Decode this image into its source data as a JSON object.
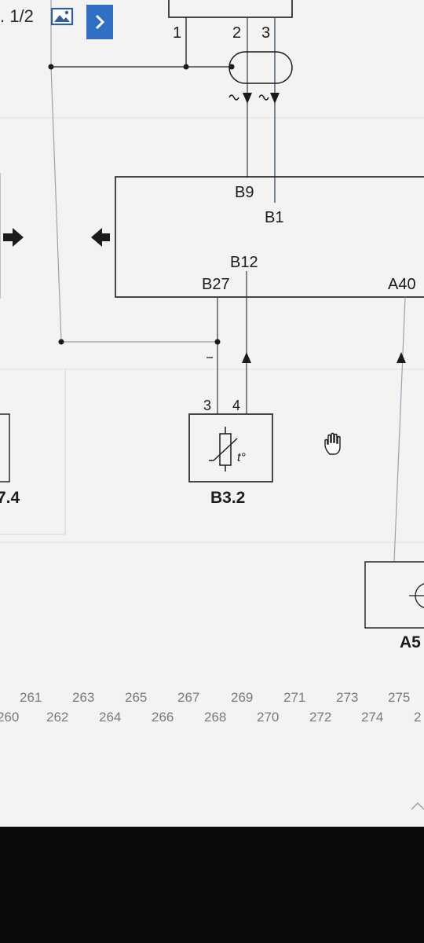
{
  "toolbar": {
    "page_indicator": ". 1/2",
    "image_icon": "image-icon",
    "next_icon": "chevron-right-icon"
  },
  "connector_top": {
    "pins": [
      "1",
      "2",
      "3"
    ]
  },
  "control_unit": {
    "pins": {
      "b9": "B9",
      "b1": "B1",
      "b12": "B12",
      "b27": "B27",
      "a40": "A40"
    }
  },
  "sensor": {
    "pins": [
      "3",
      "4"
    ],
    "label": "B3.2",
    "symbol": "thermistor-icon",
    "temp_mark": "t°"
  },
  "left_component": {
    "label_fragment": "7.4"
  },
  "right_component": {
    "label_fragment": "A5"
  },
  "ruler": {
    "top": [
      "261",
      "263",
      "265",
      "267",
      "269",
      "271",
      "273",
      "275"
    ],
    "bottom": [
      "260",
      "262",
      "264",
      "266",
      "268",
      "270",
      "272",
      "274",
      "2"
    ]
  },
  "colors": {
    "accent": "#2f6fc4",
    "line": "#1b1b1b",
    "background": "#f3f4f2"
  }
}
